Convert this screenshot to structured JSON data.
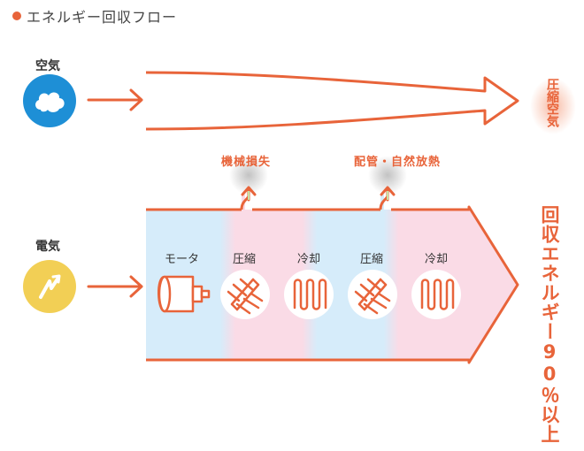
{
  "title": "エネルギー回収フロー",
  "inputs": {
    "air_label": "空気",
    "electricity_label": "電気"
  },
  "losses": [
    {
      "label": "機械損失"
    },
    {
      "label": "配管・自然放熱"
    }
  ],
  "stages": [
    {
      "label": "モータ"
    },
    {
      "label": "圧縮"
    },
    {
      "label": "冷却"
    },
    {
      "label": "圧縮"
    },
    {
      "label": "冷却"
    }
  ],
  "outputs": {
    "compressed_air": "圧縮空気",
    "recovery": "回収エネルギー90％以上"
  },
  "colors": {
    "accent": "#e8643a",
    "air_blue": "#1e8fd6",
    "elec_yellow": "#f2cf55",
    "compress_band": "#d6ecfa",
    "cool_band": "#fadbe6"
  },
  "icons": [
    "dot-icon",
    "cloud-icon",
    "lightning-icon",
    "motor-icon",
    "compressor-icon",
    "cooler-icon",
    "arrow-icon"
  ]
}
